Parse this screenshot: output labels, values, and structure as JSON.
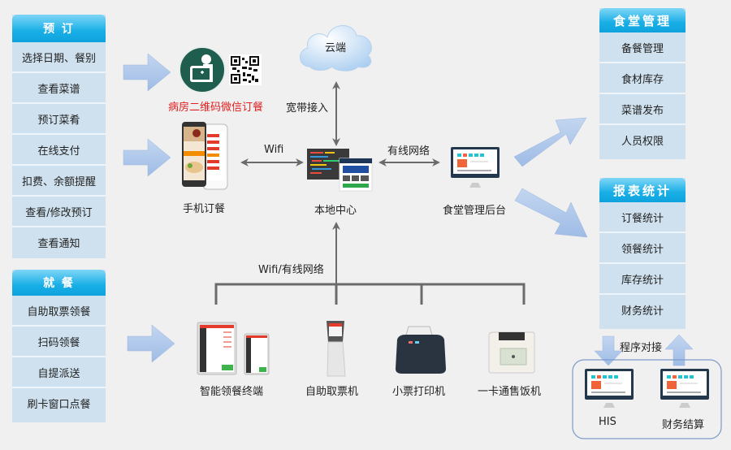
{
  "panels": {
    "booking": {
      "title": "预 订",
      "items": [
        "选择日期、餐别",
        "查看菜谱",
        "预订菜肴",
        "在线支付",
        "扣费、余额提醒",
        "查看/修改预订",
        "查看通知"
      ]
    },
    "dining": {
      "title": "就 餐",
      "items": [
        "自助取票领餐",
        "扫码领餐",
        "自提派送",
        "刷卡窗口点餐"
      ]
    },
    "canteen_mgmt": {
      "title": "食堂管理",
      "items": [
        "备餐管理",
        "食材库存",
        "菜谱发布",
        "人员权限"
      ]
    },
    "reports": {
      "title": "报表统计",
      "items": [
        "订餐统计",
        "领餐统计",
        "库存统计",
        "财务统计"
      ]
    }
  },
  "nodes": {
    "ward_qr": "病房二维码微信订餐",
    "mobile": "手机订餐",
    "cloud": "云端",
    "local_center": "本地中心",
    "backend": "食堂管理后台",
    "terminal": "智能领餐终端",
    "kiosk": "自助取票机",
    "printer": "小票打印机",
    "card_machine": "一卡通售饭机",
    "his": "HIS",
    "finance": "财务结算"
  },
  "links": {
    "broadband": "宽带接入",
    "wifi": "Wifi",
    "wired": "有线网络",
    "wifi_wired": "Wifi/有线网络",
    "program_dock": "程序对接"
  },
  "colors": {
    "header_blue": "#18aee6",
    "panel_bg": "#cfe1ee",
    "arrow_fill": "#a9c4e8",
    "connector": "#6b6b6b",
    "qr_label_red": "#e02020",
    "ward_icon_green": "#1f5e4e"
  }
}
